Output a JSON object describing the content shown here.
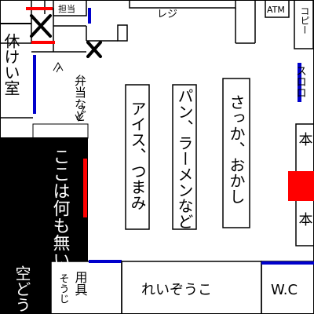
{
  "labels": {
    "staff": "担当",
    "register": "レジ",
    "atm": "ATM",
    "copier": "コピー",
    "slot": "スロロ",
    "break_room": "休けい室",
    "bento": "弁当など",
    "ice": "アイス、つまみ",
    "bread": "パン、ラーメンなど",
    "snacks": "さっか、おかし",
    "books": "本",
    "books2": "本",
    "nothing": "ここは何も無い。",
    "empty": "空どう",
    "tools": "用具",
    "tools2": "そうじ",
    "refrigerator": "れいぞうこ",
    "wc": "W.C"
  },
  "colors": {
    "red": "#ff0000",
    "blue": "#0000cc",
    "black": "#000000"
  }
}
